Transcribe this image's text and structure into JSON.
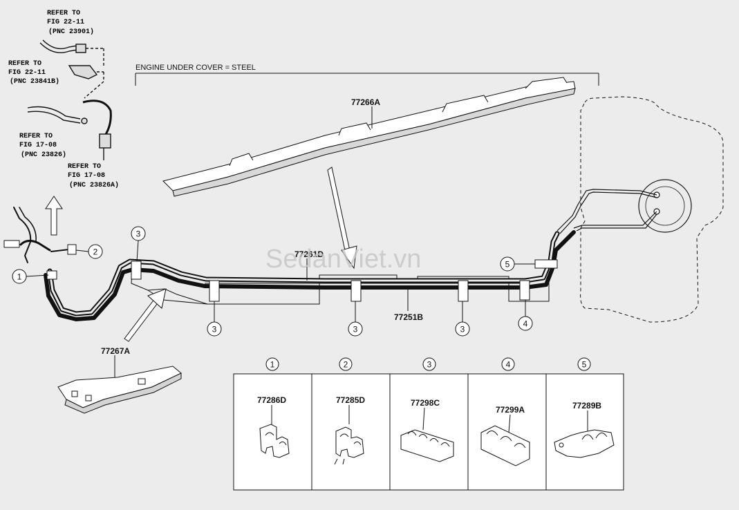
{
  "refs": [
    {
      "line1": "REFER TO",
      "line2": "FIG 22-11",
      "line3": "(PNC 23901)"
    },
    {
      "line1": "REFER TO",
      "line2": "FIG 22-11",
      "line3": "(PNC 23841B)"
    },
    {
      "line1": "REFER TO",
      "line2": "FIG 17-08",
      "line3": "(PNC 23826)"
    },
    {
      "line1": "REFER TO",
      "line2": "FIG 17-08",
      "line3": "(PNC 23826A)"
    }
  ],
  "cover_note": "ENGINE UNDER COVER = STEEL",
  "watermark": "SedanViet.vn",
  "parts": {
    "p77266A": "77266A",
    "p77261D": "77261D",
    "p77251B": "77251B",
    "p77267A": "77267A"
  },
  "callouts": {
    "c1": "1",
    "c2": "2",
    "c3": "3",
    "c4": "4",
    "c5": "5"
  },
  "legend": [
    {
      "num": "1",
      "part": "77286D"
    },
    {
      "num": "2",
      "part": "77285D"
    },
    {
      "num": "3",
      "part": "77298C"
    },
    {
      "num": "4",
      "part": "77299A"
    },
    {
      "num": "5",
      "part": "77289B"
    }
  ]
}
